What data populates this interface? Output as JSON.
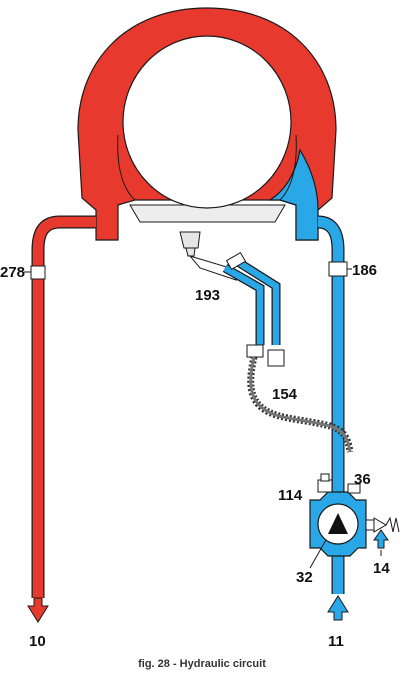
{
  "figure": {
    "caption": "fig. 28 - Hydraulic circuit",
    "labels": {
      "l278": "278",
      "l186": "186",
      "l193": "193",
      "l154": "154",
      "l114": "114",
      "l36": "36",
      "l32": "32",
      "l14": "14",
      "l10": "10",
      "l11": "11"
    }
  },
  "colors": {
    "hot": "#e8392e",
    "cold": "#2aa7e6",
    "outline": "#1a1a1a",
    "hose": "#555555"
  }
}
